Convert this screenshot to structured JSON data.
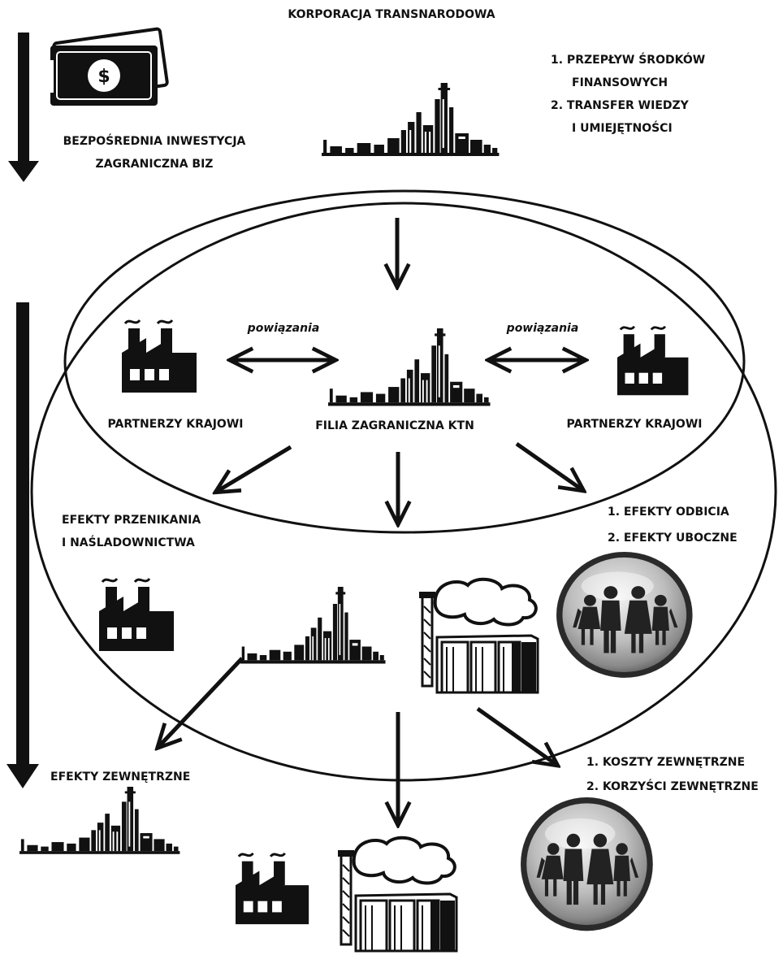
{
  "title": "KORPORACJA TRANSNARODOWA",
  "fdi_label_line1": "BEZPOŚREDNIA INWESTYCJA",
  "fdi_label_line2": "ZAGRANICZNA BIZ",
  "flows": [
    "1. PRZEPŁYW ŚRODKÓW",
    "FINANSOWYCH",
    "2. TRANSFER WIEDZY",
    "I UMIEJĘTNOŚCI"
  ],
  "links_label": "powiązania",
  "partners_label": "PARTNERZY KRAJOWI",
  "affiliate_label": "FILIA ZAGRANICZNA KTN",
  "spillover_line1": "EFEKTY PRZENIKANIA",
  "spillover_line2": "I NAŚLADOWNICTWA",
  "reflection_effects": [
    "1. EFEKTY ODBICIA",
    "2. EFEKTY UBOCZNE"
  ],
  "external_effects_label": "EFEKTY ZEWNĘTRZNE",
  "external_items": [
    "1. KOSZTY ZEWNĘTRZNE",
    "2. KORZYŚCI ZEWNĘTRZNE"
  ],
  "icons": [
    "money-icon",
    "refinery-icon",
    "factory-icon",
    "power-plant-icon",
    "people-icon"
  ],
  "colors": {
    "ink": "#111111",
    "background": "#ffffff"
  }
}
